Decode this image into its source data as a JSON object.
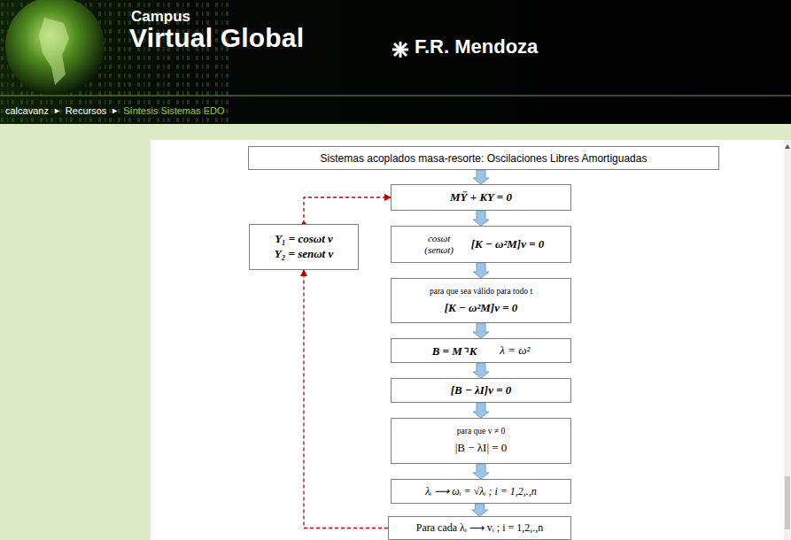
{
  "diagram": {
    "nodes": [
      {
        "text": [
          "Sistemas acoplados masa-resorte: Oscilaciones Libres Amortiguadas"
        ]
      },
      {
        "text": [
          "MŸ + KY = 0"
        ]
      },
      {
        "text": [
          "cosωt (senωt)",
          "[K − ω²M]v = 0"
        ]
      },
      {
        "text": [
          "para que sea válido para todo t",
          "[K − ω²M]v = 0"
        ]
      },
      {
        "text": [
          "B = M⁻¹K",
          "λ = ω²"
        ]
      },
      {
        "text": [
          "[B − λI]v = 0"
        ]
      },
      {
        "text": [
          "para que v ≠ 0",
          "|B − λI| = 0"
        ]
      },
      {
        "text": [
          "λᵢ ⟶ ωᵢ = √λᵢ ;  i = 1,2,.,n"
        ]
      },
      {
        "text": [
          "Para cada λᵢ ⟶ vᵢ ;  i = 1,2,.,n"
        ]
      },
      {
        "text": [
          "Y₁ = cosωt v",
          "Y₂ = senωt v"
        ]
      }
    ],
    "edges": [
      {
        "from": 0,
        "to": 1,
        "arrow": "to"
      },
      {
        "from": 1,
        "to": 2,
        "arrow": "to"
      },
      {
        "from": 2,
        "to": 3,
        "arrow": "to"
      },
      {
        "from": 3,
        "to": 4,
        "arrow": "to"
      },
      {
        "from": 4,
        "to": 5,
        "arrow": "to"
      },
      {
        "from": 5,
        "to": 6,
        "arrow": "to"
      },
      {
        "from": 6,
        "to": 7,
        "arrow": "to"
      },
      {
        "from": 7,
        "to": 8,
        "arrow": "to"
      },
      {
        "from": 8,
        "to": 9,
        "arrow": "to"
      },
      {
        "from": 9,
        "to": 1,
        "arrow": "to"
      }
    ],
    "labels": [
      "Campus",
      "Virtual Global",
      "F.R. Mendoza",
      "calcavanz",
      "►",
      "Recursos",
      "►",
      "Síntesis Sistemas EDO"
    ]
  }
}
